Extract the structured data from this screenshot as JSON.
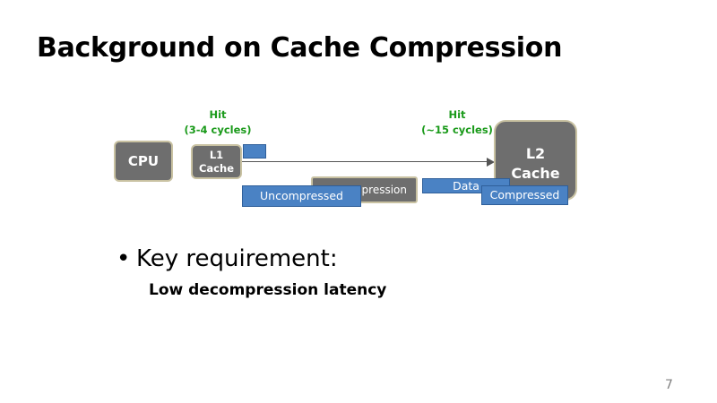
{
  "slide": {
    "title": "Background on Cache Compression",
    "page_number": "7"
  },
  "diagram": {
    "hit_l1": {
      "label": "Hit",
      "latency": "(3-4 cycles)"
    },
    "hit_l2": {
      "label": "Hit",
      "latency": "(~15 cycles)"
    },
    "cpu_label": "CPU",
    "l1_label": [
      "L1",
      "Cache"
    ],
    "l2_label": [
      "L2",
      "Cache"
    ],
    "decompression_label": "Decompression",
    "uncompressed_label": "Uncompressed",
    "data_label": "Data",
    "compressed_label": "Compressed"
  },
  "body": {
    "bullet": "Key requirement:",
    "sub_point": "Low decompression latency"
  }
}
